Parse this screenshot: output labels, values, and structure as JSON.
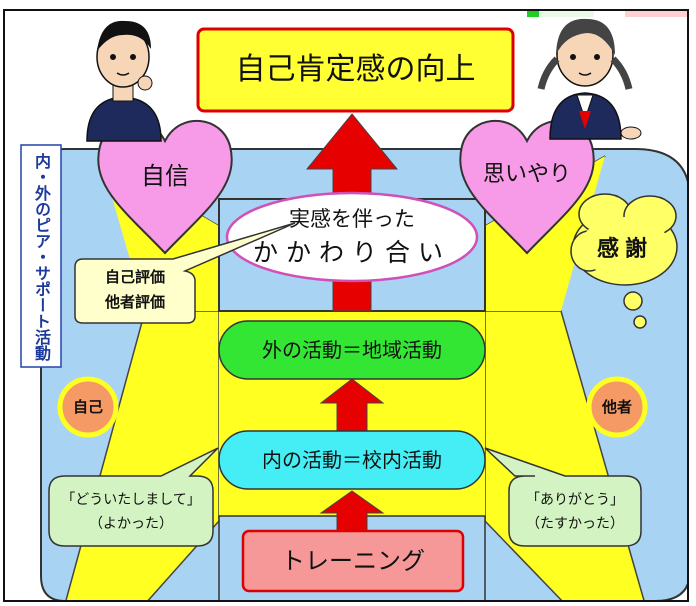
{
  "title": "自己肯定感の向上",
  "left_heart": "自信",
  "right_heart": "思いやり",
  "cloud": "感謝",
  "ellipse": {
    "line1": "実感を伴った",
    "line2": "かかわり合い"
  },
  "side_label": "内・外のピア・サポート活動",
  "callout_eval": {
    "line1": "自己評価",
    "line2": "他者評価"
  },
  "self_circle": "自己",
  "other_circle": "他者",
  "outside_activity": "外の活動＝地域活動",
  "inside_activity": "内の活動＝校内活動",
  "training": "トレーニング",
  "left_bubble": {
    "line1": "「どういたしまして」",
    "line2": "（よかった）"
  },
  "right_bubble": {
    "line1": "「ありがとう」",
    "line2": "（たすかった）"
  },
  "colors": {
    "title_fill": "#ffff33",
    "title_border": "#dd0000",
    "heart": "#f79be8",
    "big_panel": "#a9d3f3",
    "yellow": "#ffff22",
    "arrow": "#e60000",
    "green_pill": "#33e633",
    "cyan_pill": "#44eef4",
    "training": "#f79898",
    "circle": "#f59a64",
    "bubble": "#d4f3c2",
    "eval_callout": "#ffffcc"
  }
}
